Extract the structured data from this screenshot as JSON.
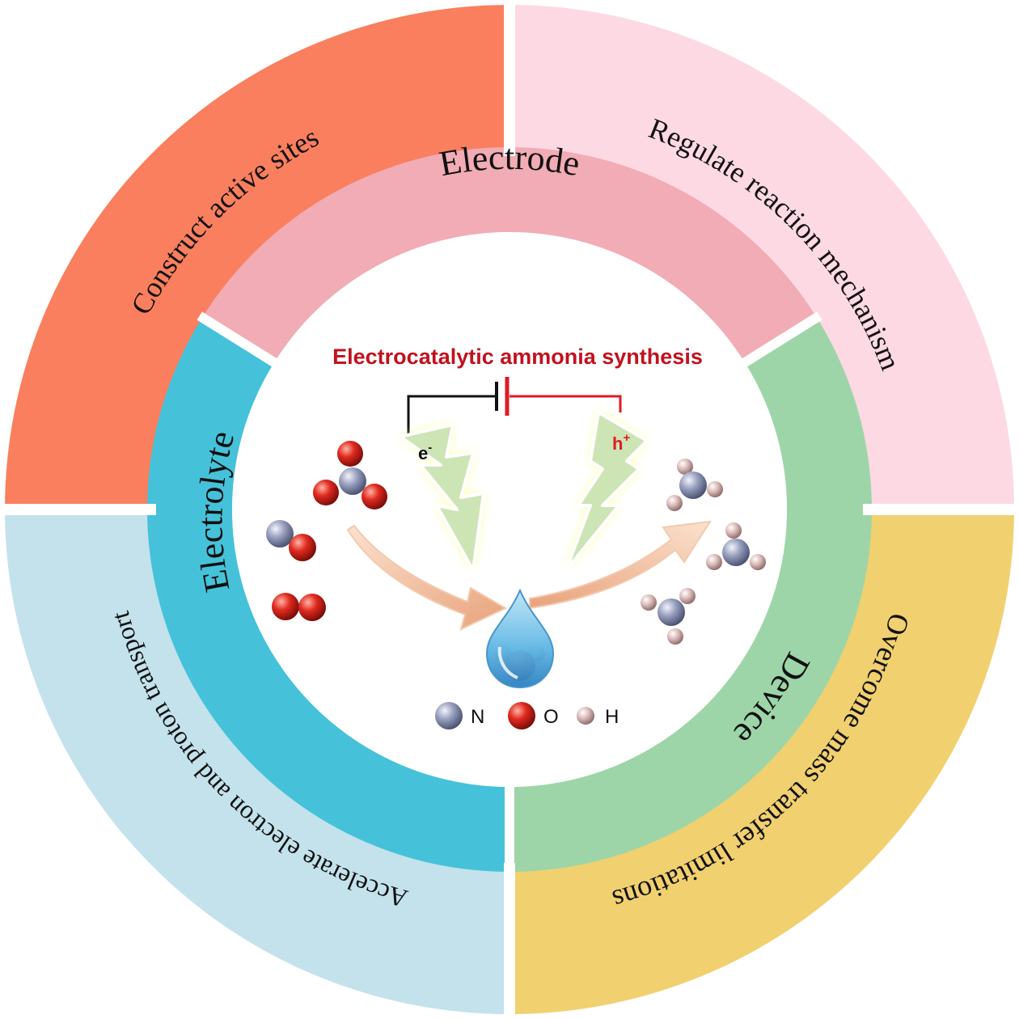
{
  "outer_ring": [
    {
      "label": "Construct active sites",
      "color": "#f97f5e"
    },
    {
      "label": "Regulate reaction mechanism",
      "color": "#fdd9e4"
    },
    {
      "label": "Overcome mass transfer limitations",
      "color": "#f1d06f"
    },
    {
      "label": "Accelerate electron and proton transport",
      "color": "#c3e2ec"
    }
  ],
  "inner_ring": [
    {
      "label": "Electrode",
      "color": "#f1acb5"
    },
    {
      "label": "Device",
      "color": "#9dd5a9"
    },
    {
      "label": "Electrolyte",
      "color": "#45c2d9"
    }
  ],
  "center": {
    "title": "Electrocatalytic ammonia synthesis",
    "title_color": "#c1121f",
    "electron_label": "e",
    "electron_sup": "-",
    "hole_label": "h",
    "hole_sup": "+",
    "legend": [
      {
        "symbol": "N",
        "color": "#8f97b5"
      },
      {
        "symbol": "O",
        "color": "#d9231d"
      },
      {
        "symbol": "H",
        "color": "#d9b8b6"
      }
    ]
  }
}
